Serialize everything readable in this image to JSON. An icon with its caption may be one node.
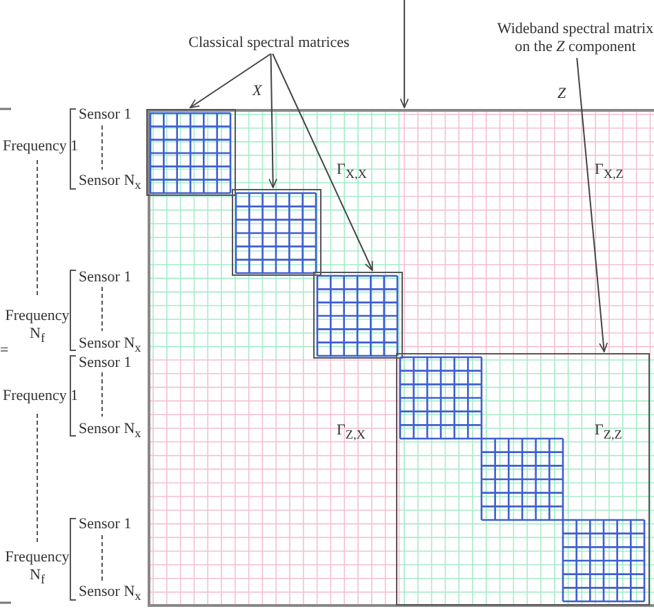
{
  "diagram": {
    "nodes": [
      {
        "text": [
          "Classical spectral matrices"
        ]
      },
      {
        "text": [
          "Wideband spectral matrix on the *Z* component"
        ]
      },
      {
        "text": [],
        "shape": "box"
      },
      {
        "text": [],
        "shape": "box",
        "in": 2
      },
      {
        "text": [],
        "shape": "box",
        "in": 2
      },
      {
        "text": [],
        "shape": "box",
        "in": 2
      },
      {
        "text": [],
        "shape": "box",
        "in": 2
      },
      {
        "text": [],
        "shape": "box",
        "in": 6
      },
      {
        "text": [],
        "shape": "box",
        "in": 6
      },
      {
        "text": [],
        "shape": "box",
        "in": 6
      }
    ],
    "edges": [
      {
        "from": 0,
        "to": 3,
        "arrow": "to"
      },
      {
        "from": 0,
        "to": 4,
        "arrow": "to"
      },
      {
        "from": 0,
        "to": 5,
        "arrow": "to"
      },
      {
        "from": 1,
        "to": 6,
        "arrow": "to"
      },
      {
        "from": null,
        "to": 2,
        "arrow": "to"
      }
    ],
    "labels": [
      "X",
      "Z",
      "Frequency 1",
      "Sensor 1",
      "Sensor N$_{x}$",
      "Γ$_{X,X}$",
      "Γ$_{X,Z}$",
      "Frequency N$_{f}$",
      "Sensor 1",
      "Sensor N$_{x}$",
      "=",
      "Sensor 1",
      "Frequency 1",
      "Sensor N$_{x}$",
      "Γ$_{Z,X}$",
      "Γ$_{Z,Z}$",
      "Frequency N$_{f}$",
      "Sensor 1",
      "Sensor N$_{x}$"
    ]
  }
}
